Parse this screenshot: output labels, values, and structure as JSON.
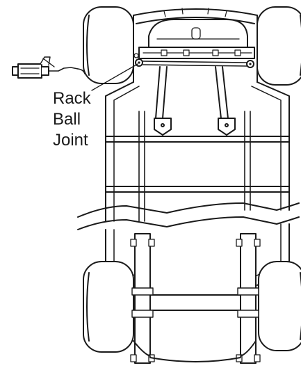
{
  "diagram": {
    "callout_lines": [
      "Rack",
      "Ball",
      "Joint"
    ],
    "line_color": "#1a1a1a",
    "fill_color": "#ffffff"
  }
}
